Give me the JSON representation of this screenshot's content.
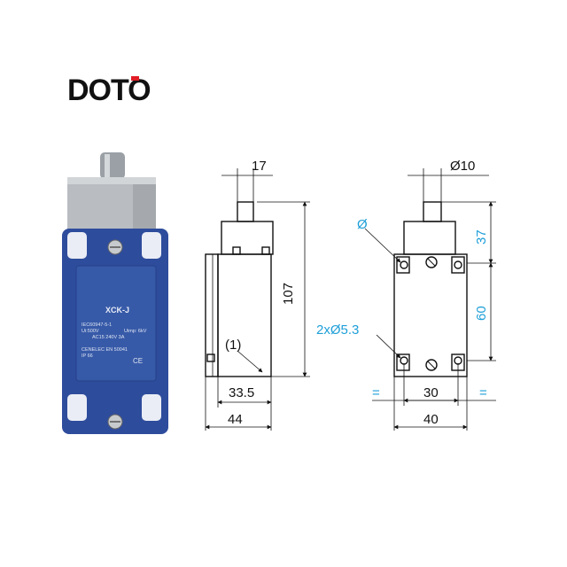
{
  "brand": {
    "logo_text": "DOTO",
    "colors": {
      "dark": "#111111",
      "accent": "#e11d26"
    }
  },
  "product": {
    "model_label": "XCK-J",
    "label_lines": [
      "IEC60947-5-1",
      "Ui:500V",
      "Uimp: 6kV",
      "AC15  240V  3A",
      "CENELEC EN 50041",
      "IP 66",
      "CE"
    ],
    "colors": {
      "body": "#2e4c9c",
      "head": "#b9bdc2",
      "plunger": "#9aa0a6"
    }
  },
  "drawing_side": {
    "dims": {
      "plunger_width": "17",
      "height": "107",
      "callout": "(1)",
      "inner_width": "33.5",
      "overall_width": "44"
    }
  },
  "drawing_front": {
    "dims": {
      "plunger_dia": "Ø10",
      "hole_label": "Ø",
      "top_height": "37",
      "hole_spacing_v": "60",
      "mount_holes": "2xØ5.3",
      "hole_spacing_h": "30",
      "overall_width": "40",
      "equal_left": "=",
      "equal_right": "="
    },
    "colors": {
      "accent": "#1e9fd8"
    }
  }
}
